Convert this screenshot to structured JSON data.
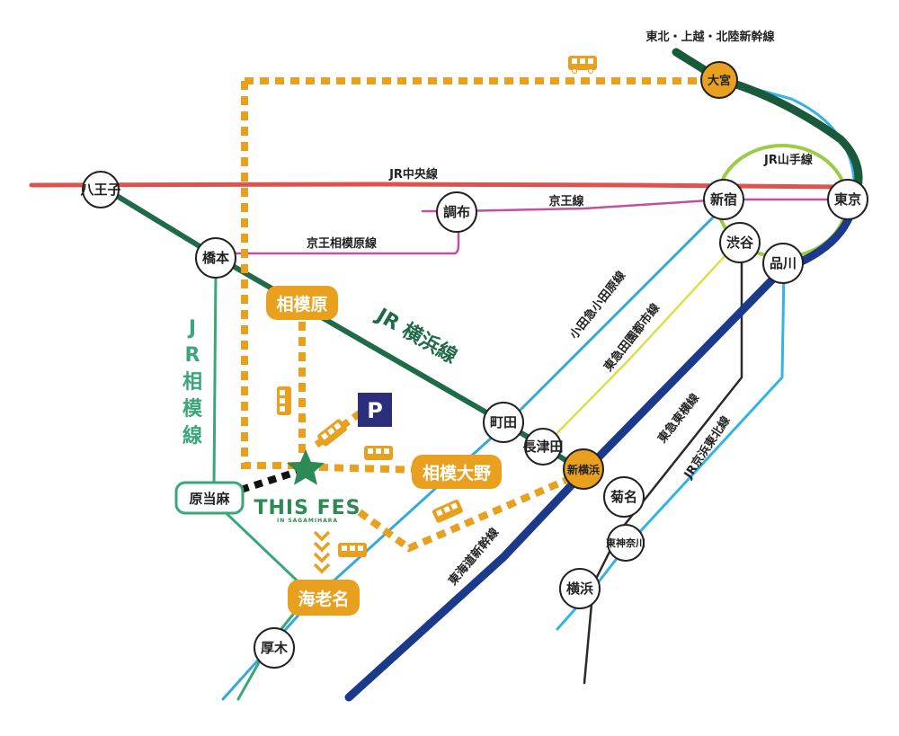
{
  "colors": {
    "chuo": "#e0524c",
    "keio": "#c24fa0",
    "jr_yokohama": "#1f6a48",
    "yamanote": "#9acd45",
    "jr_sagami": "#3aa77a",
    "odakyu": "#35a8dc",
    "denentoshi": "#dede4a",
    "toyoko": "#2a2a2a",
    "keihin_tohoku": "#34b3e6",
    "tokaido_shinkansen": "#1b3a8c",
    "tohoku_shinkansen": "#1a5a3c",
    "access": "#e8a01e",
    "parking": "#2b2e7a",
    "star": "#2d8a55"
  },
  "lines": {
    "tohoku_shinkansen": "東北・上越・北陸新幹線",
    "chuo": "JR中央線",
    "yamanote": "JR山手線",
    "keio": "京王線",
    "keio_sagamihara": "京王相模原線",
    "jr_yokohama": "JR 横浜線",
    "jr_sagami": "JR相模線",
    "odakyu": "小田急小田原線",
    "denentoshi": "東急田園都市線",
    "toyoko": "東急東横線",
    "keihin_tohoku": "JR京浜東北線",
    "tokaido_shinkansen": "東海道新幹線"
  },
  "stations": {
    "omiya": "大宮",
    "hachioji": "八王子",
    "chofu": "調布",
    "shinjuku": "新宿",
    "tokyo": "東京",
    "shibuya": "渋谷",
    "shinagawa": "品川",
    "hashimoto": "橋本",
    "machida": "町田",
    "nagatsuta": "長津田",
    "shin_yokohama": "新横浜",
    "kikuna": "菊名",
    "higashi_kanagawa": "東神奈川",
    "yokohama": "横浜",
    "haratoima": "原当麻",
    "atsugi": "厚木"
  },
  "hubs": {
    "sagamihara": "相模原",
    "sagami_ono": "相模大野",
    "ebina": "海老名"
  },
  "venue": {
    "logo": "THIS FES",
    "sub": "IN SAGAMIHARA",
    "star_icon": "star-icon"
  },
  "parking": {
    "label": "P",
    "icon": "parking-icon"
  },
  "bus_icon": "bus-icon"
}
